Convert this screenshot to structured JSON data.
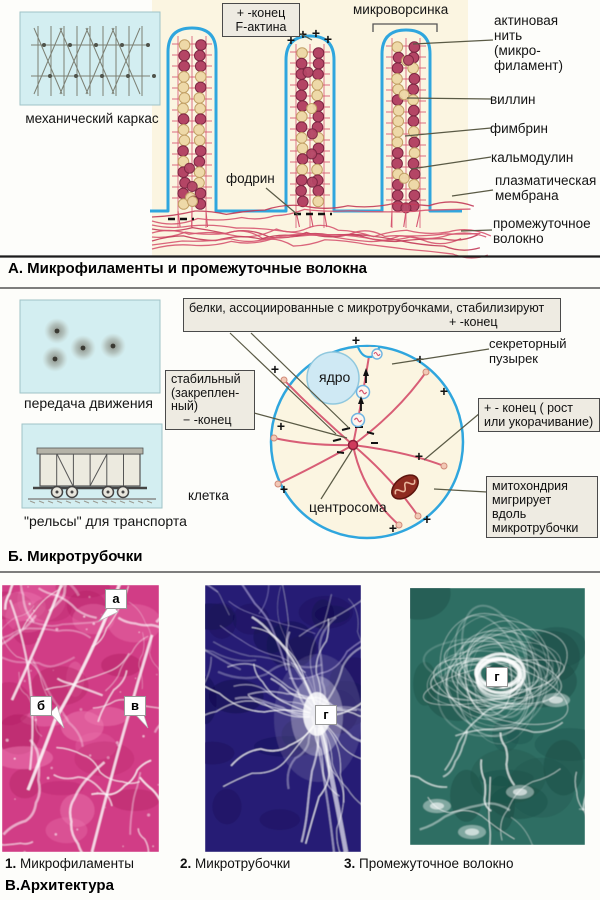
{
  "colors": {
    "inset_bg": "#d3eef1",
    "inset_border": "#9fc3c7",
    "cream": "#fbf5e1",
    "membrane_blue": "#2fa6de",
    "filament_red": "#d65570",
    "filament_red_dark": "#c23a58",
    "bead_dark": "#b44565",
    "bead_dark_stroke": "#7d2743",
    "bead_light": "#eed9a8",
    "bead_light_stroke": "#c2a066",
    "leader": "#5a5a45",
    "lattice": "#7c8074",
    "micro1_bg": "#d13c86",
    "micro1_blotch_dark": "#b11f62",
    "micro1_blotch_light": "#ef7fb4",
    "micro2_bg": "#261d75",
    "micro2_blotch_dark": "#150e4e",
    "micro2_fiber_tint": "#cfc4f2",
    "micro3_bg": "#2e6e63",
    "micro3_blotch_dark": "#1d4f47",
    "mito_fill": "#8e2b20",
    "mito_stroke": "#5c140d",
    "nucleus_fill": "#cfe9f4",
    "nucleus_stroke": "#90c8de"
  },
  "section_a": {
    "title": "А. Микрофиламенты и промежуточные волокна",
    "inset_caption": "механический каркас",
    "plus_end_box": "+ -конец\nF-актина",
    "microvillus": "микроворсинка",
    "actin": "актиновая\nнить\n(микро-\nфиламент)",
    "villin": "виллин",
    "fimbrin": "фимбрин",
    "calmodulin": "кальмодулин",
    "fodrin": "фодрин",
    "membrane": "плазматическая\nмембрана",
    "intermediate": "промежуточное\nволокно"
  },
  "section_b": {
    "title": "Б. Микротрубочки",
    "inset1_caption": "передача движения",
    "inset2_caption": "\"рельсы\" для транспорта",
    "cell": "клетка",
    "nucleus": "ядро",
    "centrosome": "центросома",
    "maps_line1": "белки, ассоциированные с микротрубочками, стабилизируют",
    "maps_line2": "+ -конец",
    "vesicle": "секреторный\nпузырек",
    "stable": "стабильный\n(закреплен-\nный)",
    "minus_end": "− -конец",
    "plus_end": "+ - конец ( рост\nили укорачивание)",
    "mitochondrion": "митохондрия\nмигрирует\nвдоль\nмикротрубочки"
  },
  "section_c": {
    "title": "В.Архитектура",
    "captions": [
      {
        "num": "1.",
        "label": "Микрофиламенты"
      },
      {
        "num": "2.",
        "label": "Микротрубочки"
      },
      {
        "num": "3.",
        "label": "Промежуточное волокно"
      }
    ],
    "markers": {
      "a": "а",
      "b": "б",
      "v": "в",
      "g": "г"
    }
  }
}
